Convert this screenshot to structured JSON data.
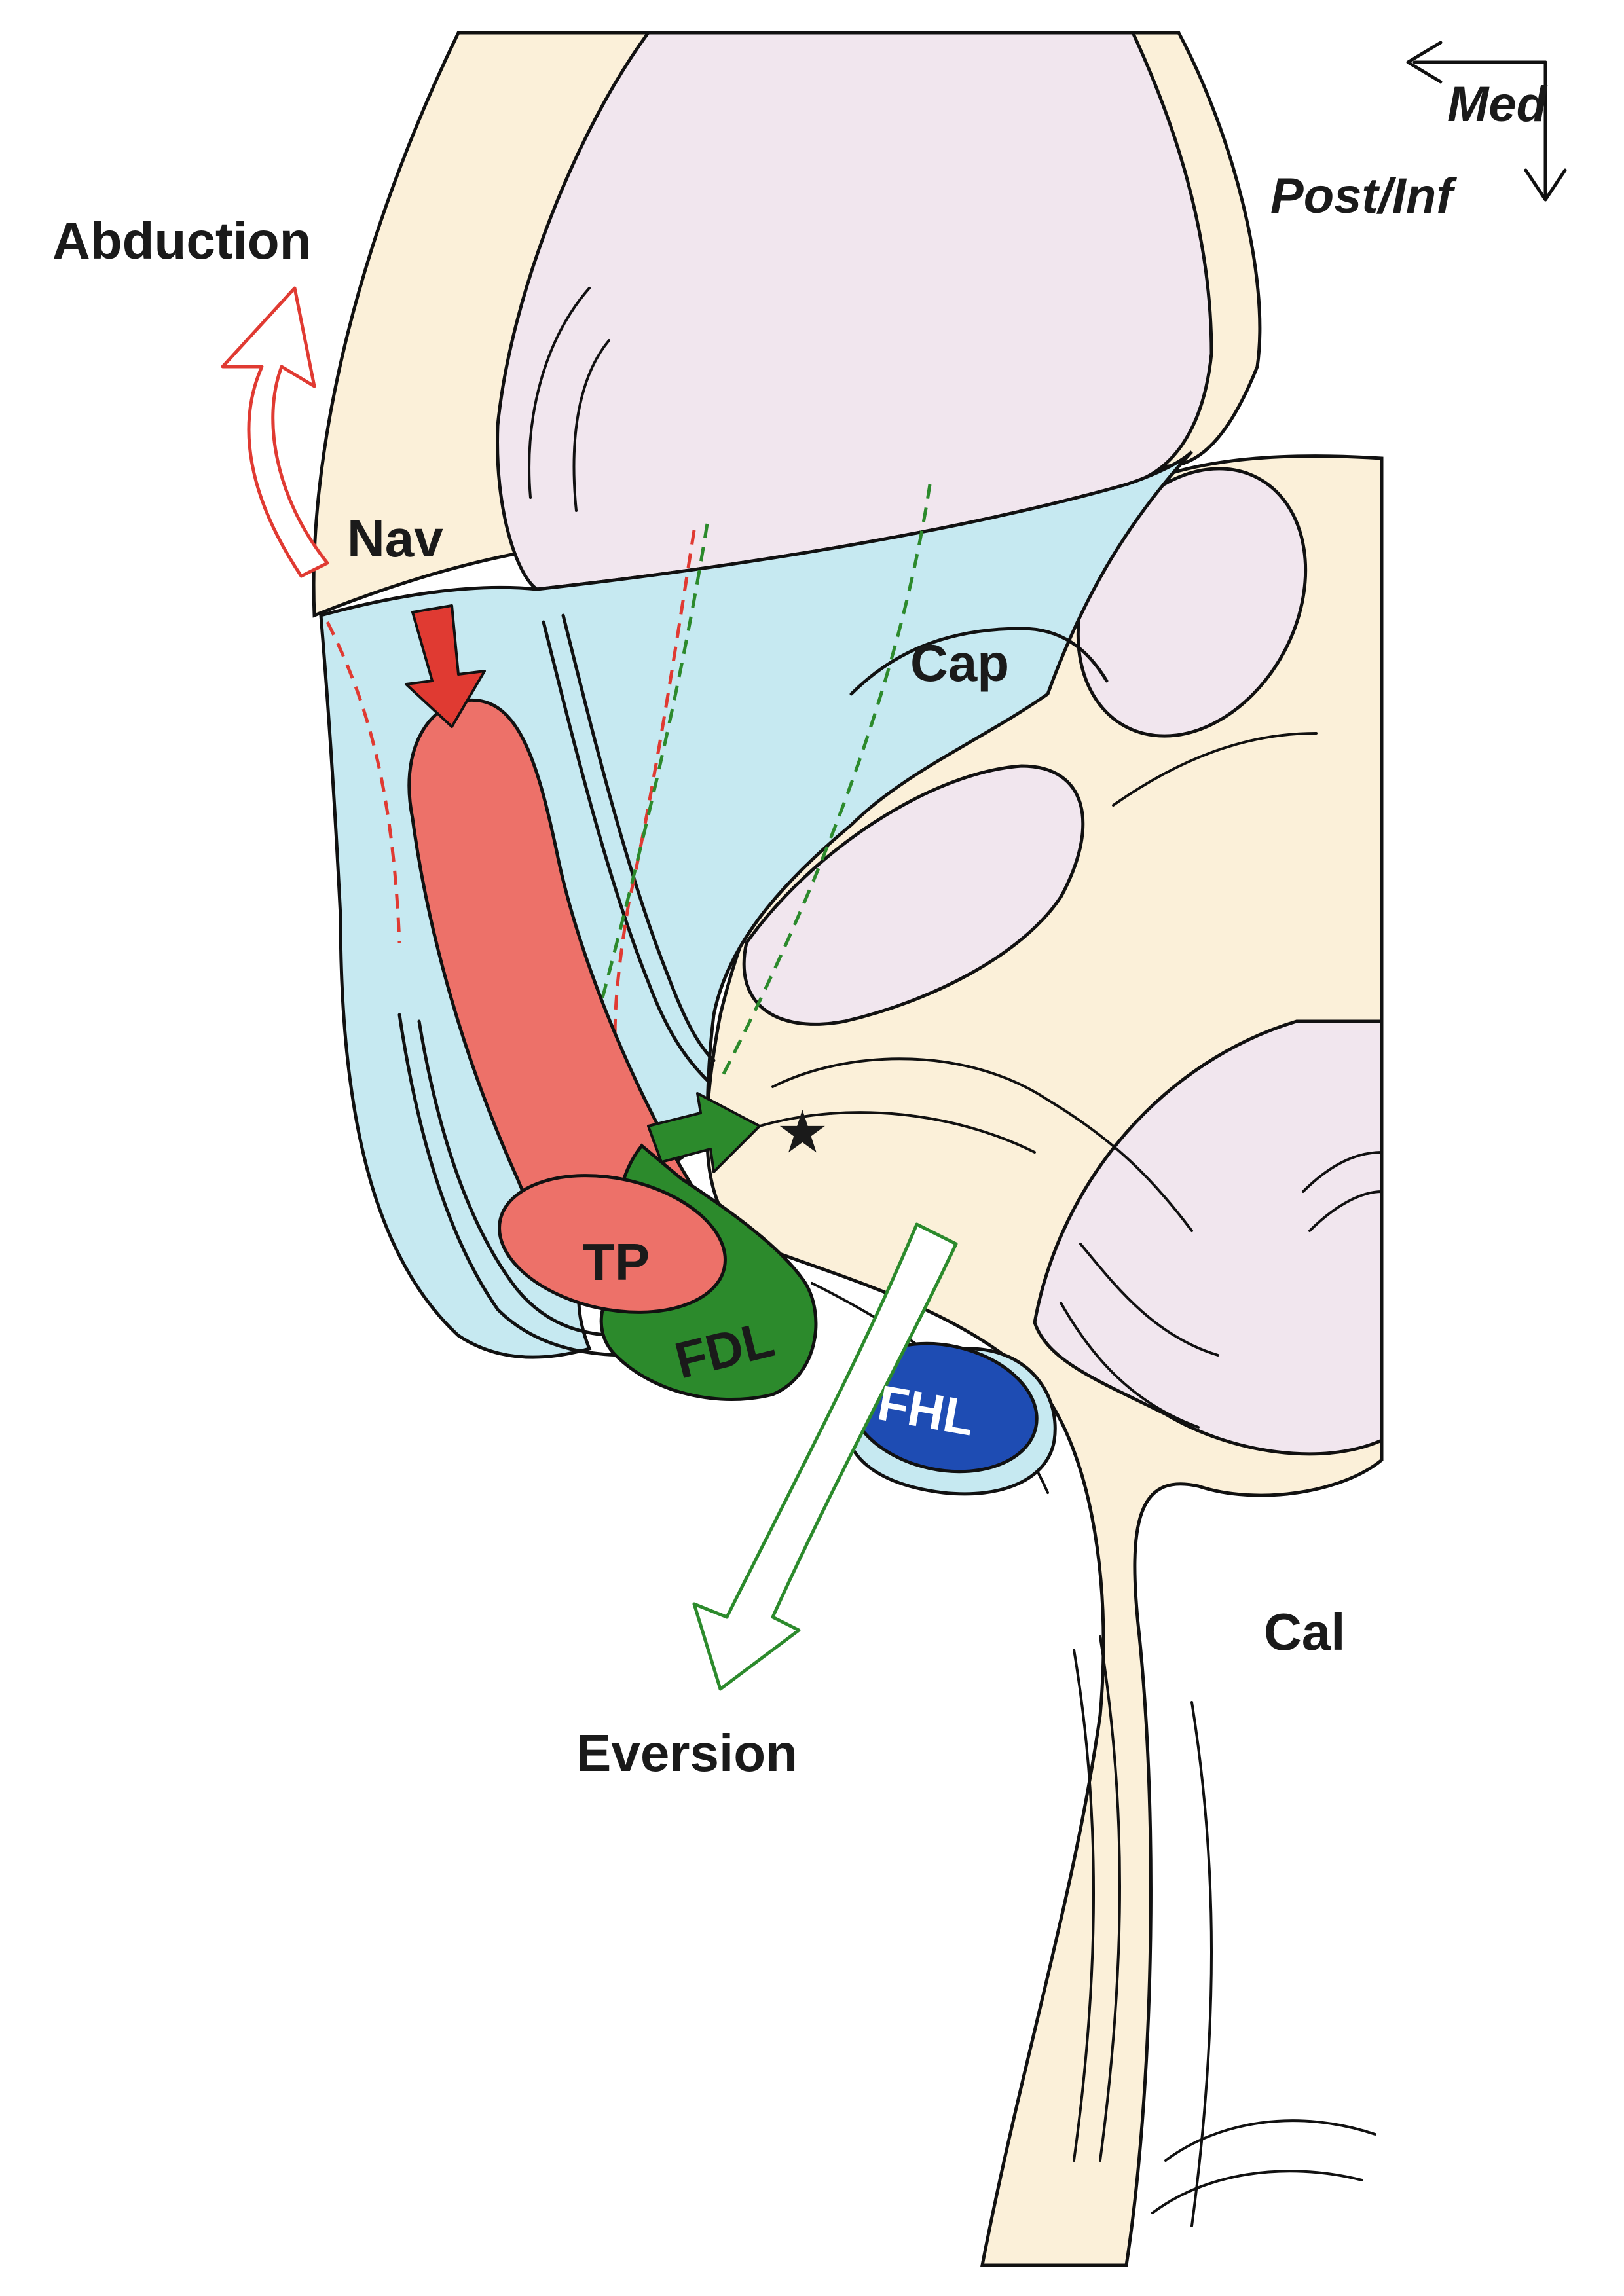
{
  "orientation": {
    "medial_label": "Med",
    "posterior_inferior_label": "Post/Inf"
  },
  "labels": {
    "abduction": "Abduction",
    "navicular": "Nav",
    "capsule": "Cap",
    "tibialis_posterior": "TP",
    "flexor_digitorum_longus": "FDL",
    "flexor_hallucis_longus": "FHL",
    "calcaneus": "Cal",
    "eversion": "Eversion",
    "star_marker": "★"
  },
  "colors": {
    "bone": "#fbf0d9",
    "articular_cartilage": "#f0e8ee",
    "capsule": "#c6e9f1",
    "tibialis_posterior": "#ed7169",
    "flexor_digitorum_longus": "#2c8a2c",
    "flexor_hallucis_longus": "#1e4cb3",
    "abduction_arrow": "#e03a32",
    "eversion_arrow": "#2c8a2c",
    "outline": "#111111"
  },
  "icons": {
    "orientation": "orientation-axes-icon",
    "abduction": "curved-hollow-arrow-icon",
    "compression": "solid-red-arrow-icon",
    "push": "solid-green-arrow-icon",
    "eversion": "curved-hollow-arrow-icon"
  }
}
